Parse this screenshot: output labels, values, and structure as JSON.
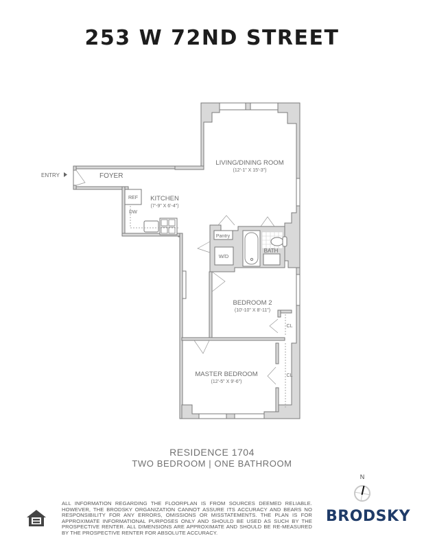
{
  "header": {
    "title": "253 W 72ND STREET"
  },
  "floorplan": {
    "entry_label": "ENTRY",
    "rooms": [
      {
        "id": "foyer",
        "name": "FOYER",
        "dims": ""
      },
      {
        "id": "living",
        "name": "LIVING/DINING ROOM",
        "dims": "(12'-1\" X 15'-3\")"
      },
      {
        "id": "kitchen",
        "name": "KITCHEN",
        "dims": "(7'-9\" X 6'-4\")"
      },
      {
        "id": "bedroom2",
        "name": "BEDROOM 2",
        "dims": "(10'-10\" X 8'-11\")"
      },
      {
        "id": "master",
        "name": "MASTER BEDROOM",
        "dims": "(12'-5\" X 9'-6\")"
      },
      {
        "id": "bath",
        "name": "BATH",
        "dims": ""
      }
    ],
    "fixtures": {
      "ref": "REF",
      "dw": "DW",
      "pantry": "Pantry",
      "wd": "W/D",
      "closet1": "CL",
      "closet2": "CL"
    }
  },
  "residence": {
    "name": "RESIDENCE 1704",
    "layout": "TWO BEDROOM | ONE BATHROOM"
  },
  "footer": {
    "disclaimer": "ALL INFORMATION REGARDING THE FLOORPLAN IS FROM SOURCES DEEMED RELIABLE. HOWEVER, THE BRODSKY ORGANIZATION CANNOT ASSURE ITS ACCURACY AND BEARS NO RESPONSIBILITY FOR ANY ERRORS, OMISSIONS OR MISSTATEMENTS. THE PLAN IS FOR APPROXIMATE INFORMATIONAL PURPOSES ONLY AND SHOULD BE USED AS SUCH BY THE PROSPECTIVE RENTER. ALL DIMENSIONS ARE APPROXIMATE AND SHOULD BE RE-MEASURED BY THE PROSPECTIVE RENTER FOR ABSOLUTE ACCURACY.",
    "compass_label": "N",
    "brand": "BRODSKY",
    "brand_color": "#1f3b68",
    "icons": [
      "equal-housing-icon",
      "compass-icon"
    ]
  }
}
